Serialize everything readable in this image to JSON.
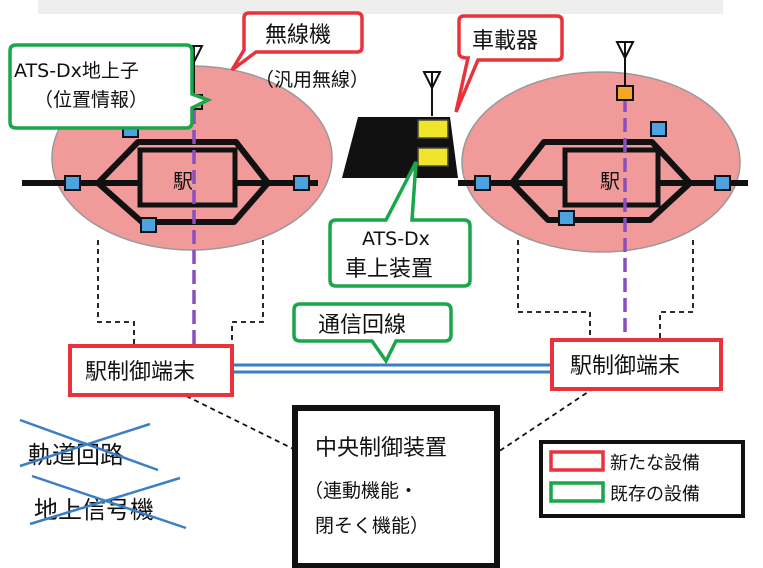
{
  "callouts": {
    "radio_title": "無線機",
    "radio_sub": "（汎用無線）",
    "onboard_unit": "車載器",
    "ground_line1": "ATS-Dx地上子",
    "ground_line2": "（位置情報）",
    "onboard_line1": "ATS-Dx",
    "onboard_line2": "車上装置",
    "comm_line": "通信回線"
  },
  "stations": {
    "left_label": "駅",
    "right_label": "駅"
  },
  "terminals": {
    "left": "駅制御端末",
    "right": "駅制御端末"
  },
  "central": {
    "title": "中央制御装置",
    "line2": "（連動機能・",
    "line3": "閉そく機能）"
  },
  "removed": {
    "item1": "軌道回路",
    "item2": "地上信号機"
  },
  "legend": {
    "new": "新たな設備",
    "existing": "既存の設備"
  },
  "icons": {
    "antenna": "antenna-icon",
    "train": "train-icon",
    "transponder": "transponder-icon"
  },
  "colors": {
    "new_equipment": "#e8323c",
    "existing_equipment": "#1aa64a",
    "station_area": "#f09a9a",
    "comm_line": "#3a7fc6",
    "sensor_blue": "#4da3e0",
    "transponder_orange": "#f5a623",
    "position_line": "#8a4fbf"
  }
}
